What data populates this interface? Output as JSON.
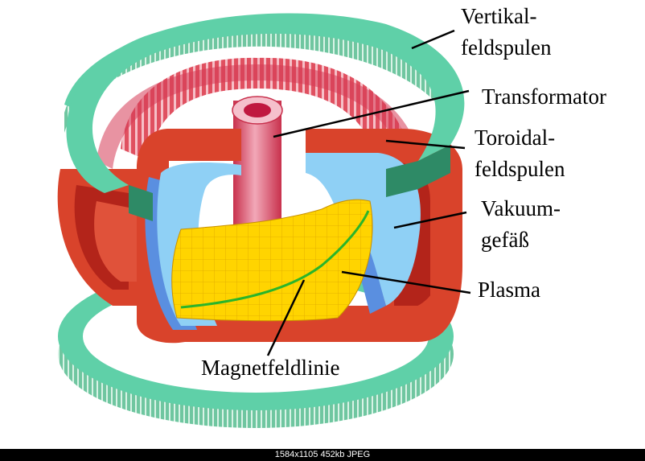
{
  "labels": {
    "vertikal_1": "Vertikal-",
    "vertikal_2": "feldspulen",
    "transformator": "Transformator",
    "toroidal_1": "Toroidal-",
    "toroidal_2": "feldspulen",
    "vakuum_1": "Vakuum-",
    "vakuum_2": "gefäß",
    "plasma": "Plasma",
    "magnetfeldlinie": "Magnetfeldlinie"
  },
  "status": "1584x1105 452kb JPEG",
  "colors": {
    "vertical_coil": "#5fd0a8",
    "vertical_coil_dark": "#2e8a66",
    "toroidal_coil": "#d9432b",
    "toroidal_coil_light": "#f3a0a8",
    "transformer": "#d63a56",
    "vacuum_vessel": "#8fd0f5",
    "vacuum_vessel_dark": "#5a8fe0",
    "plasma": "#ffd400",
    "field_line": "#2ab52a"
  }
}
